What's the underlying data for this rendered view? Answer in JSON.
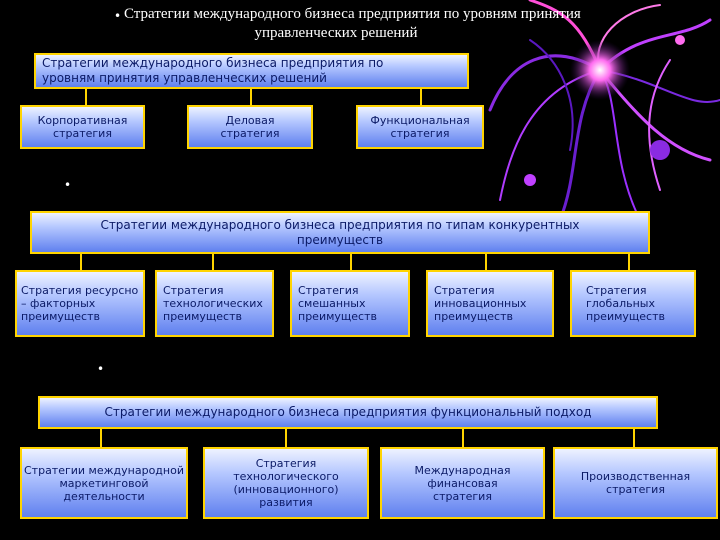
{
  "heading": {
    "line1": "Стратегии международного бизнеса предприятия по уровням принятия",
    "line2": "управленческих решений"
  },
  "levels": {
    "title": "Стратегии международного бизнеса предприятия по уровням принятия управленческих решений",
    "items": [
      "Корпоративная стратегия",
      "Деловая стратегия",
      "Функциональная стратегия"
    ]
  },
  "competitive": {
    "title": "Стратегии международного бизнеса предприятия по типам конкурентных преимуществ",
    "items": [
      "Стратегия ресурсно – факторных преимуществ",
      "Стратегия технологических преимуществ",
      "Стратегия смешанных преимуществ",
      "Стратегия инновационных преимуществ",
      "Стратегия глобальных преимуществ"
    ]
  },
  "functional": {
    "title": "Стратегии международного бизнеса предприятия функциональный подход",
    "items": [
      "Стратегии международной маркетинговой деятельности",
      "Стратегия технологического (инновационного) развития",
      "Международная финансовая стратегия",
      "Производственная стратегия"
    ]
  },
  "colors": {
    "box_border": "#ffd400",
    "box_text": "#0b1a66",
    "background": "#000000"
  }
}
